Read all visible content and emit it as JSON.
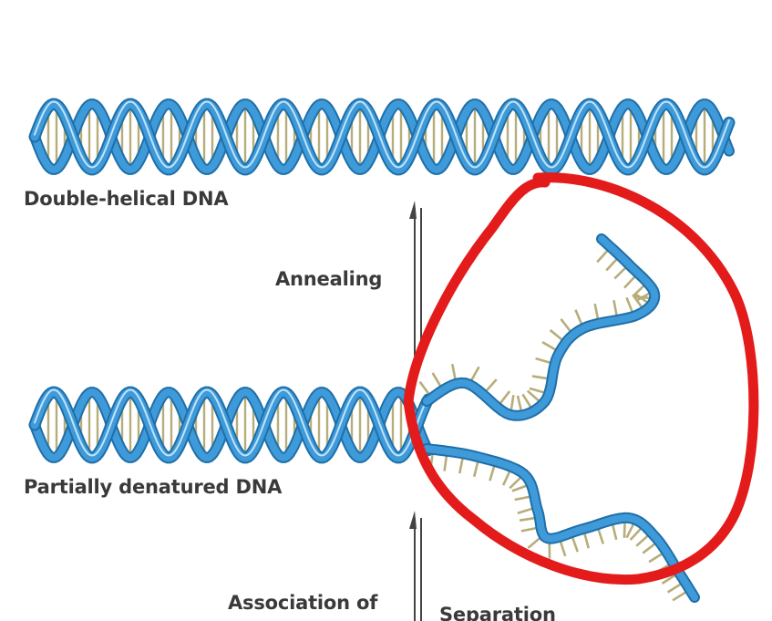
{
  "labels": {
    "double_helical": "Double-helical DNA",
    "annealing": "Annealing",
    "partially_denatured": "Partially denatured DNA",
    "association": "Association of",
    "separation": "Separation"
  },
  "colors": {
    "backbone": "#3f9ad9",
    "backbone_dark": "#1f6fa8",
    "base_pair": "#b7ad7a",
    "annotation": "#e31b1b",
    "arrow": "#444444",
    "text": "#3a3a3a"
  },
  "annotation": {
    "shape": "hand-drawn circle",
    "target": "single-stranded region of partially denatured DNA"
  }
}
